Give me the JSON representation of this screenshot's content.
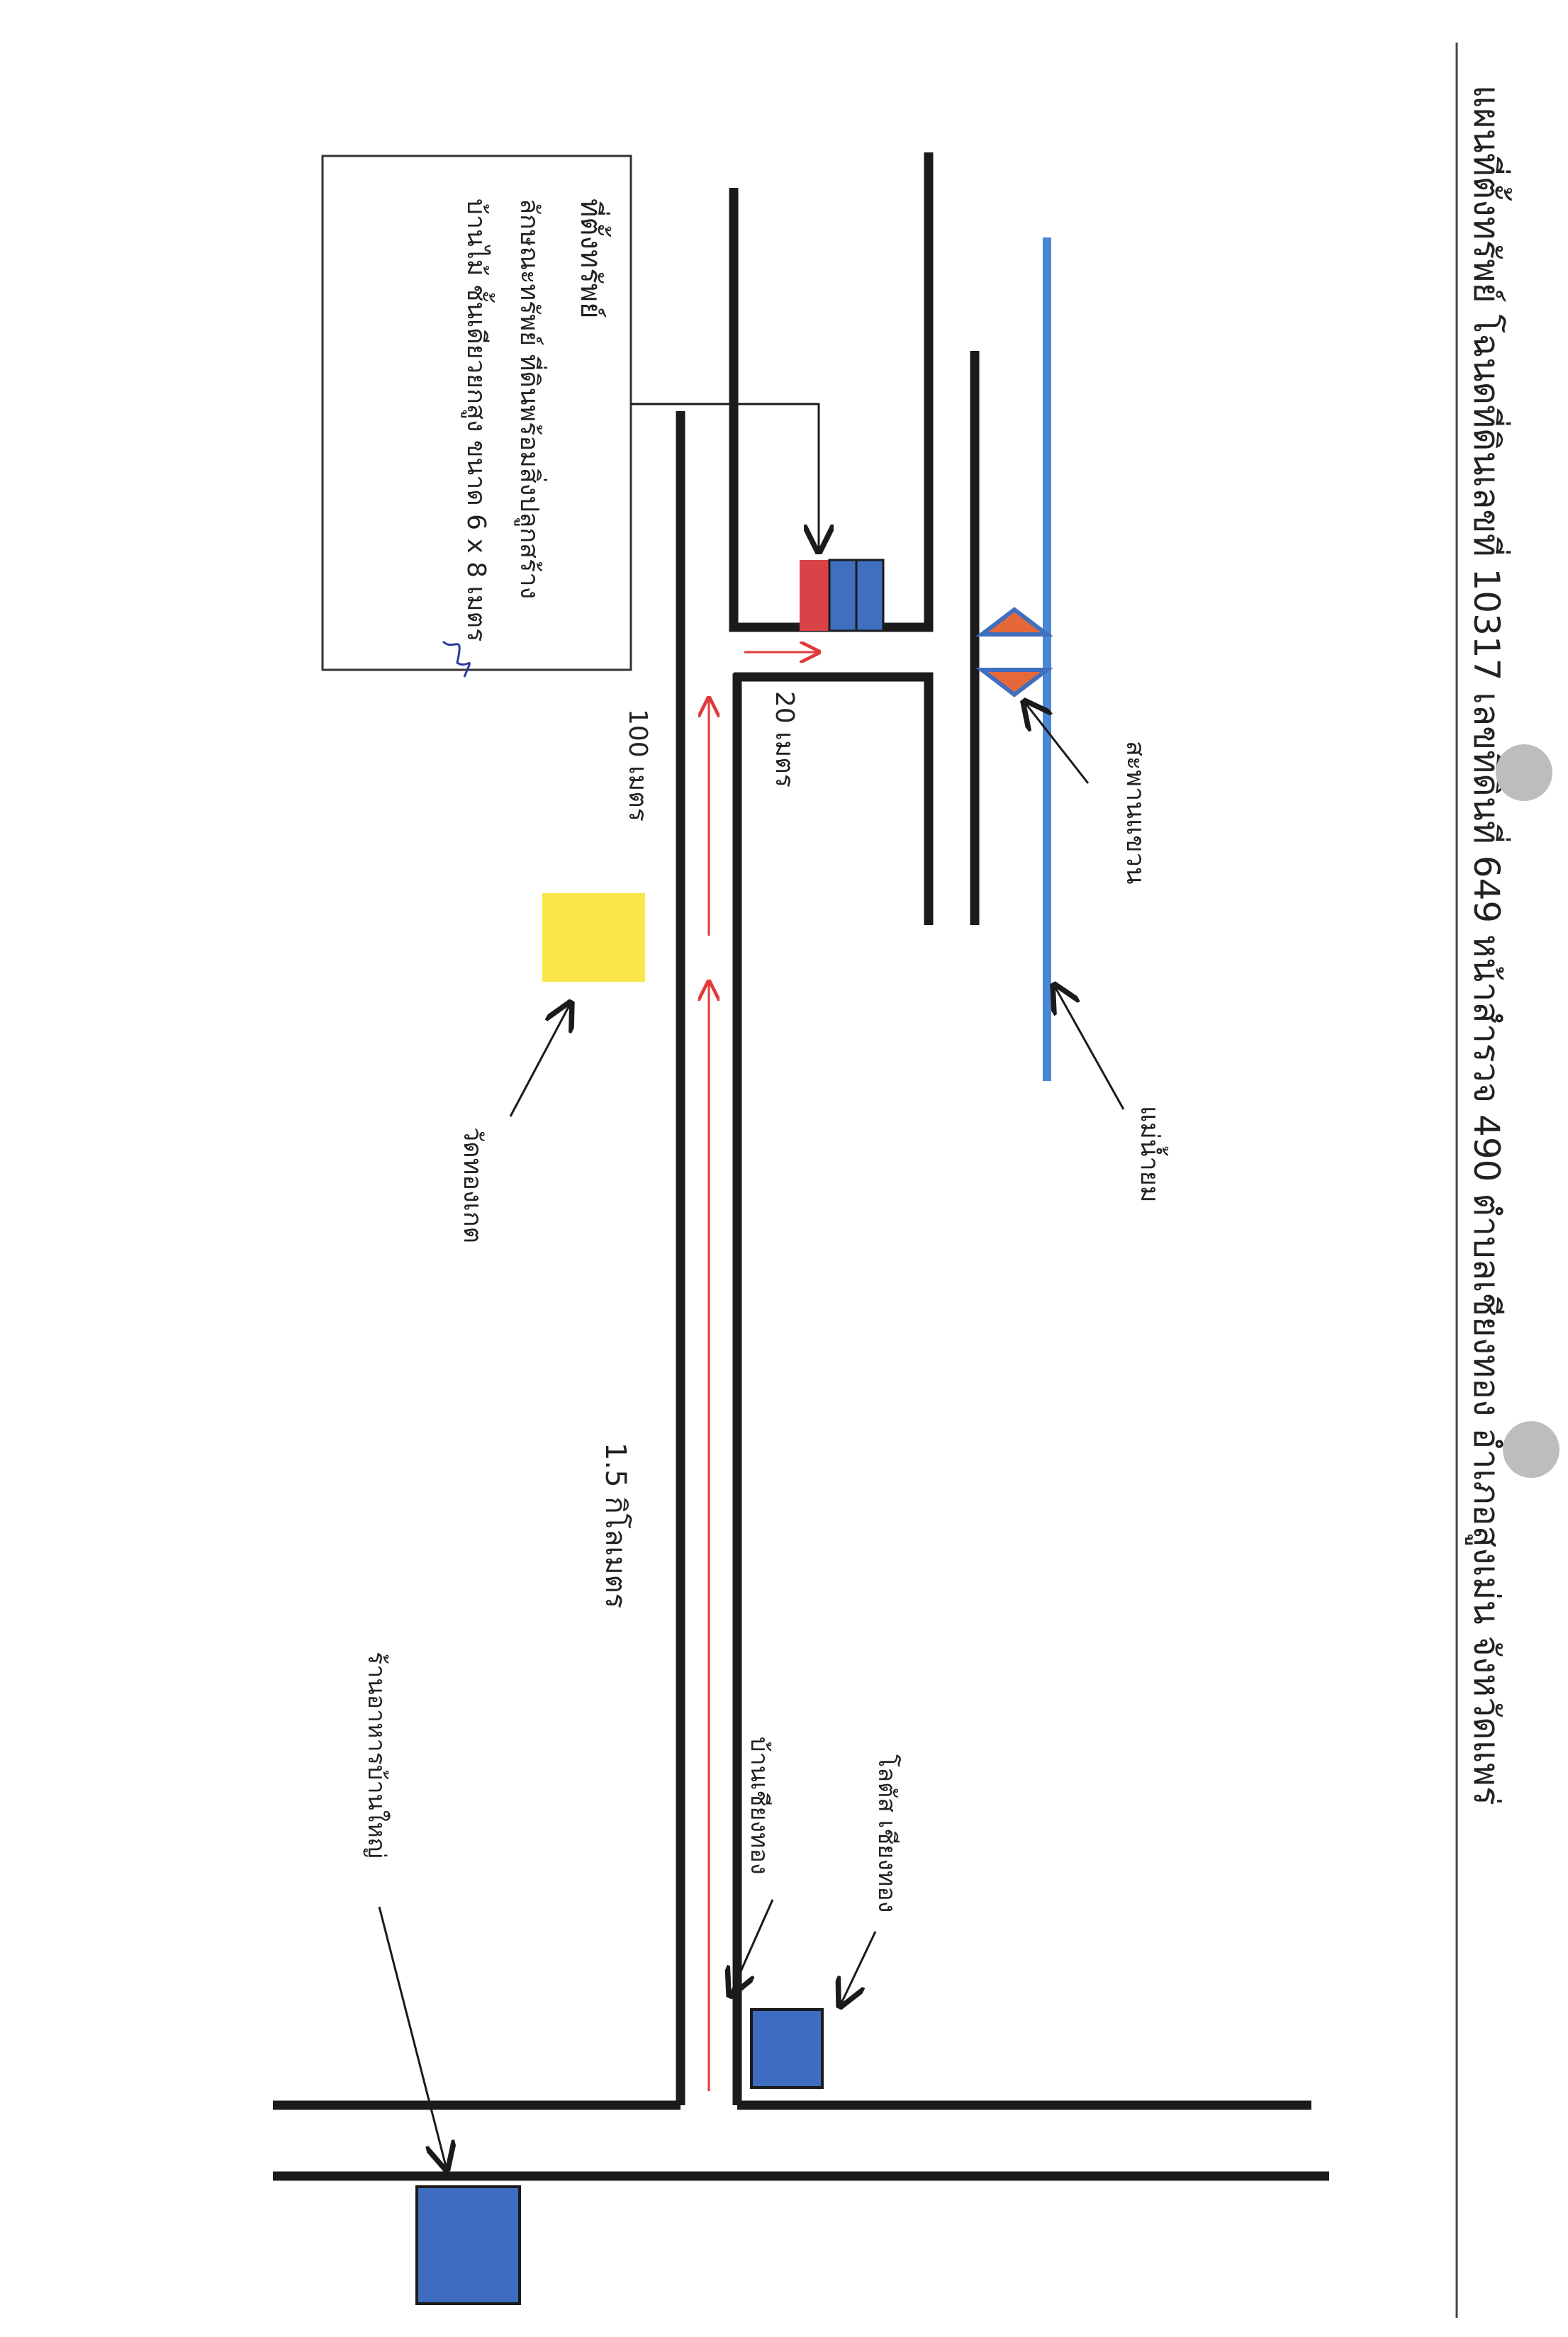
{
  "header": {
    "text": "แผนที่ตั้งทรัพย์ โฉนดที่ดินเลขที่ 10317 เลขที่ดินที่ 649 หน้าสำรวจ 490 ตำบลเชียงทอง อำเภอสูงเม่น จังหวัดแพร่"
  },
  "info_box": {
    "title": "ที่ตั้งทรัพย์",
    "line1": "ลักษณะทรัพย์ ที่ดินพร้อมสิ่งปลูกสร้าง",
    "line2": "บ้านไม้ ชั้นเดียวยกสูง ขนาด 6 x 8 เมตร",
    "signature": "ลายมือชื่อ"
  },
  "labels": {
    "bridge": "สะพานแขวน",
    "river": "แม่น้ำยม",
    "temple": "วัดทองเกต",
    "dist_100": "100 เมตร",
    "dist_20": "20 เมตร",
    "dist_15": "1.5 กิโลเมตร",
    "lotus": "โลตัส เชียงทอง",
    "village": "บ้านเชียงทอง",
    "restaurant": "ร้านอาหารบ้านใหญ่"
  },
  "colors": {
    "road": "#1b1b1b",
    "route": "#e03a3a",
    "river": "#4a86d6",
    "property_red": "#d94347",
    "property_blue": "#3f6fbe",
    "temple": "#fbe64a",
    "bridge_tri": "#e5683a",
    "landmark": "#3d6cc0"
  },
  "icons": [
    "arrow-icon",
    "bridge-icon",
    "house-icon"
  ]
}
